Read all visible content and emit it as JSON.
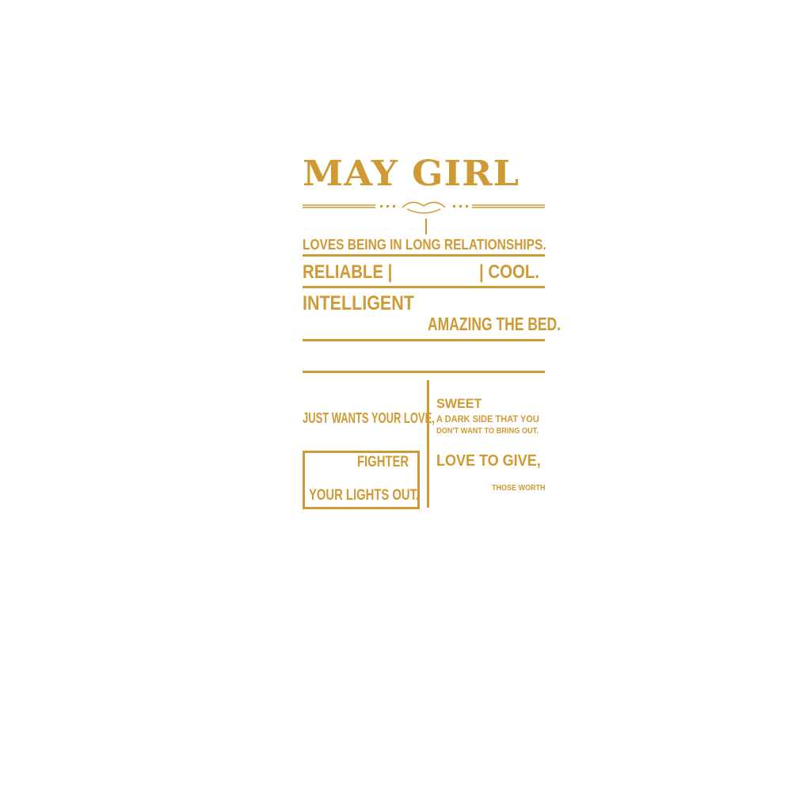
{
  "title": "MAY GIRL",
  "lines": {
    "loves": "LOVES BEING IN LONG RELATIONSHIPS.",
    "reliable": "RELIABLE |",
    "cool": "| COOL.",
    "intelligent": "INTELLIGENT",
    "amazing": "AMAZING THE BED.",
    "just_wants": "JUST WANTS YOUR LOVE,",
    "fighter": "FIGHTER",
    "lights_out": "YOUR LIGHTS OUT.",
    "sweet": "SWEET",
    "dark_side": "A DARK SIDE THAT YOU",
    "dont_want": "DON'T WANT TO BRING OUT.",
    "love_to_give": "LOVE TO GIVE,",
    "those_worth": "THOSE WORTH"
  },
  "colors": {
    "gold": "#cf9a34"
  }
}
